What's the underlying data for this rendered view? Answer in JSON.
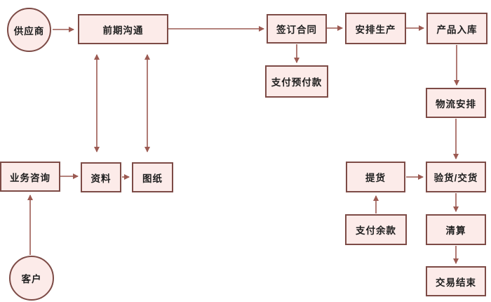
{
  "diagram": {
    "type": "flowchart",
    "language": "zh-CN",
    "colors": {
      "bg": "#ffffff",
      "node-fill": "#fcebe9",
      "node-border": "#7d4b46",
      "arrow": "#9c5a52",
      "text": "#1f1f1f"
    },
    "nodes": {
      "supplier": {
        "label": "供应商",
        "shape": "circle"
      },
      "early_communication": {
        "label": "前期沟通",
        "shape": "rect"
      },
      "sign_contract": {
        "label": "签订合同",
        "shape": "rect"
      },
      "arrange_production": {
        "label": "安排生产",
        "shape": "rect"
      },
      "product_inbound": {
        "label": "产品入库",
        "shape": "rect"
      },
      "pay_advance": {
        "label": "支付预付款",
        "shape": "rect"
      },
      "logistics": {
        "label": "物流安排",
        "shape": "rect"
      },
      "inspect_deliver": {
        "label": "验货/交货",
        "shape": "rect"
      },
      "pickup": {
        "label": "提货",
        "shape": "rect"
      },
      "pay_balance": {
        "label": "支付余款",
        "shape": "rect"
      },
      "settlement": {
        "label": "清算",
        "shape": "rect"
      },
      "deal_end": {
        "label": "交易结束",
        "shape": "rect"
      },
      "business_inquiry": {
        "label": "业务咨询",
        "shape": "rect"
      },
      "materials": {
        "label": "资料",
        "shape": "rect"
      },
      "drawings": {
        "label": "图纸",
        "shape": "rect"
      },
      "customer": {
        "label": "客户",
        "shape": "circle"
      }
    },
    "edges": [
      {
        "from": "supplier",
        "to": "early_communication",
        "type": "arrow"
      },
      {
        "from": "early_communication",
        "to": "sign_contract",
        "type": "arrow"
      },
      {
        "from": "sign_contract",
        "to": "arrange_production",
        "type": "arrow"
      },
      {
        "from": "arrange_production",
        "to": "product_inbound",
        "type": "arrow"
      },
      {
        "from": "sign_contract",
        "to": "pay_advance",
        "type": "arrow"
      },
      {
        "from": "product_inbound",
        "to": "logistics",
        "type": "arrow"
      },
      {
        "from": "logistics",
        "to": "inspect_deliver",
        "type": "arrow"
      },
      {
        "from": "inspect_deliver",
        "to": "settlement",
        "type": "arrow"
      },
      {
        "from": "settlement",
        "to": "deal_end",
        "type": "arrow"
      },
      {
        "from": "pickup",
        "to": "inspect_deliver",
        "type": "arrow"
      },
      {
        "from": "pay_balance",
        "to": "pickup",
        "type": "arrow"
      },
      {
        "from": "customer",
        "to": "business_inquiry",
        "type": "arrow"
      },
      {
        "from": "business_inquiry",
        "to": "materials",
        "type": "arrow"
      },
      {
        "from": "materials",
        "to": "drawings",
        "type": "arrow"
      },
      {
        "from": "early_communication",
        "to": "materials",
        "type": "double-arrow"
      },
      {
        "from": "early_communication",
        "to": "drawings",
        "type": "double-arrow"
      }
    ]
  }
}
